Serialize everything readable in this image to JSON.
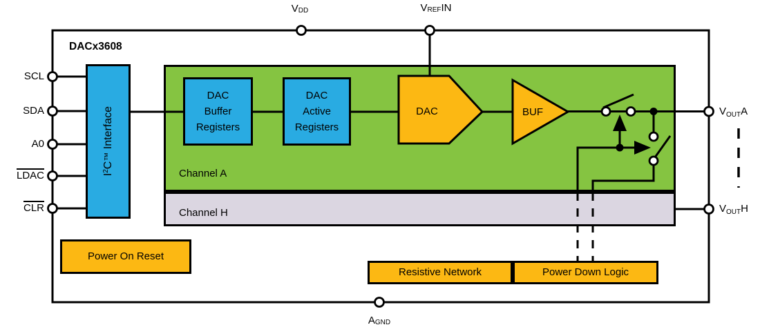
{
  "title": "DACx3608",
  "colors": {
    "cyan": "#29ABE2",
    "green": "#85C441",
    "orange": "#FCB813",
    "lavender": "#DBD6E1",
    "line": "#000000",
    "background": "#FFFFFF"
  },
  "pins": {
    "vdd": {
      "base": "V",
      "sub": "DD",
      "suffix": ""
    },
    "vrefin": {
      "base": "V",
      "sub": "REF",
      "suffix": "IN"
    },
    "scl": {
      "label": "SCL"
    },
    "sda": {
      "label": "SDA"
    },
    "a0": {
      "label": "A0"
    },
    "ldac": {
      "label": "LDAC"
    },
    "clr": {
      "label": "CLR"
    },
    "vouta": {
      "base": "V",
      "sub": "OUT",
      "suffix": "A"
    },
    "vouth": {
      "base": "V",
      "sub": "OUT",
      "suffix": "H"
    },
    "agnd": {
      "base": "A",
      "sub": "GND",
      "suffix": ""
    }
  },
  "blocks": {
    "i2c": {
      "base1": "I",
      "sup": "2",
      "base2": "C",
      "tm": "™",
      "rest": " Interface"
    },
    "buffer": {
      "lines": [
        "DAC",
        "Buffer",
        "Registers"
      ]
    },
    "active": {
      "lines": [
        "DAC",
        "Active",
        "Registers"
      ]
    },
    "dac": {
      "label": "DAC"
    },
    "buf": {
      "label": "BUF"
    },
    "channel_a": {
      "label": "Channel A"
    },
    "channel_h": {
      "label": "Channel H"
    },
    "por": {
      "label": "Power On Reset"
    },
    "resistive_network": {
      "label": "Resistive Network"
    },
    "power_down_logic": {
      "label": "Power Down Logic"
    }
  }
}
